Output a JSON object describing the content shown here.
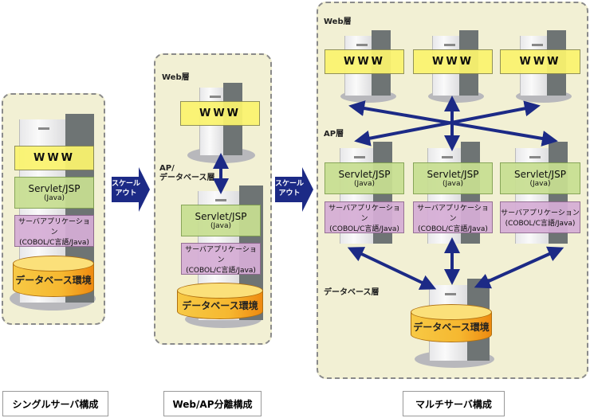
{
  "colors": {
    "arrow": "#1c2a86",
    "panel": "#f2f0d4",
    "www": "#fbf46e",
    "servlet": "#c8df92",
    "app": "#d6aed6",
    "db": "#f6b830"
  },
  "common": {
    "www": "WWW",
    "servlet": "Servlet/JSP",
    "java": "(Java)",
    "app": "サーバアプリケーション",
    "app_lang": "(COBOL/C言語/Java)",
    "db": "データベース環境",
    "scaleout_1": "スケール",
    "scaleout_2": "アウト"
  },
  "panel2": {
    "web_tier": "Web層",
    "ap_db_tier_1": "AP/",
    "ap_db_tier_2": "データベース層"
  },
  "panel3": {
    "web_tier": "Web層",
    "ap_tier": "AP層",
    "db_tier": "データベース層"
  },
  "captions": {
    "single": "シングルサーバ構成",
    "webap": "Web/AP分離構成",
    "multi": "マルチサーバ構成"
  }
}
